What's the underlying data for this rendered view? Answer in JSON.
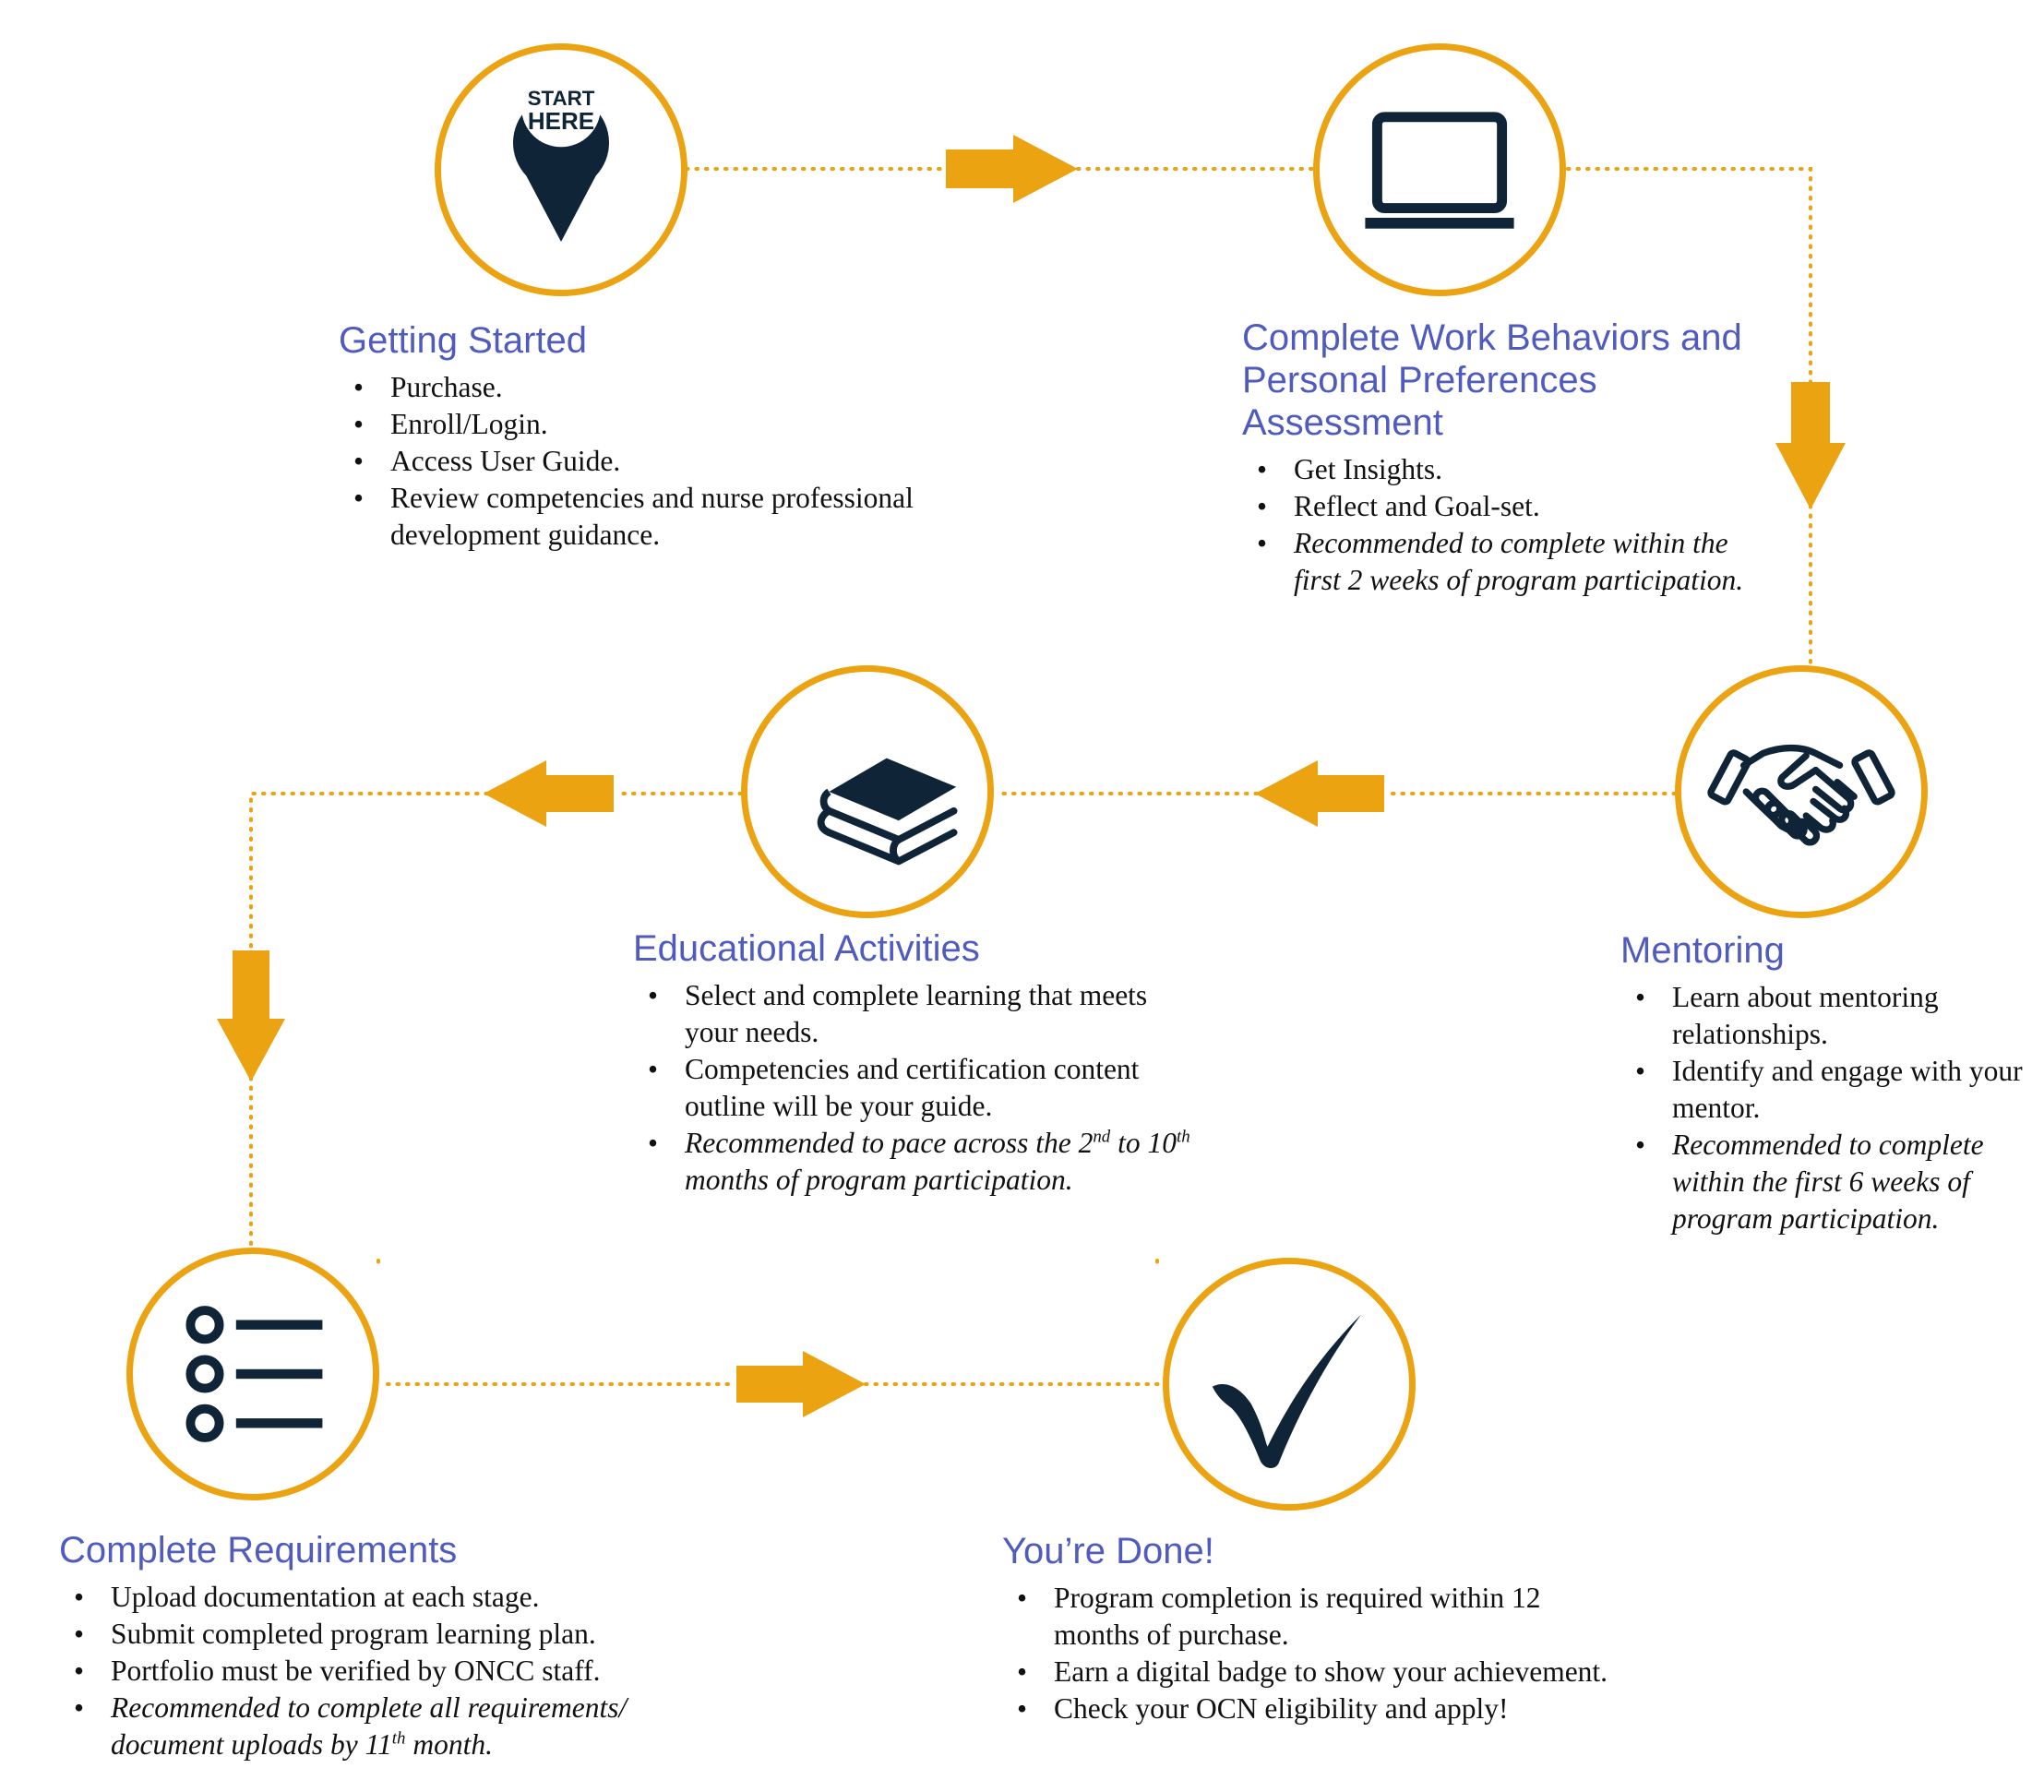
{
  "colors": {
    "accent": "#EBA312",
    "icon": "#0F2436",
    "title": "#4F5BBF",
    "text": "#111111"
  },
  "steps": [
    {
      "id": "getting-started",
      "icon": "start-here-pin-icon",
      "icon_text": [
        "START",
        "HERE"
      ],
      "title": "Getting Started",
      "bullets": [
        {
          "text": "Purchase."
        },
        {
          "text": "Enroll/Login."
        },
        {
          "text": "Access User Guide."
        },
        {
          "text": "Review competencies and nurse professional development guidance."
        }
      ]
    },
    {
      "id": "assessment",
      "icon": "laptop-icon",
      "title": "Complete Work Behaviors and Personal Preferences Assessment",
      "bullets": [
        {
          "text": "Get Insights."
        },
        {
          "text": "Reflect and Goal-set."
        },
        {
          "text": "Recommended to complete within the first 2 weeks of program participation.",
          "italic": true
        }
      ]
    },
    {
      "id": "mentoring",
      "icon": "handshake-icon",
      "title": "Mentoring",
      "bullets": [
        {
          "text": "Learn about mentoring relationships."
        },
        {
          "text": "Identify and engage with your mentor."
        },
        {
          "text": "Recommended to complete within the first 6 weeks of program participation.",
          "italic": true
        }
      ]
    },
    {
      "id": "educational",
      "icon": "books-icon",
      "title": "Educational Activities",
      "bullets": [
        {
          "text": "Select and complete learning that meets your needs."
        },
        {
          "text": "Competencies and certification content outline will be your guide."
        },
        {
          "italic": true,
          "parts": [
            {
              "text": "Recommended to pace across the 2"
            },
            {
              "sup": "nd"
            },
            {
              "text": " to 10"
            },
            {
              "sup": "th"
            },
            {
              "text": " months of program participation."
            }
          ]
        }
      ]
    },
    {
      "id": "requirements",
      "icon": "checklist-icon",
      "title": "Complete Requirements",
      "bullets": [
        {
          "text": "Upload documentation at each stage."
        },
        {
          "text": "Submit completed program learning plan."
        },
        {
          "text": "Portfolio must be verified by ONCC staff."
        },
        {
          "italic": true,
          "parts": [
            {
              "text": "Recommended to complete all requirements/ document uploads by 11"
            },
            {
              "sup": "th"
            },
            {
              "text": " month."
            }
          ]
        }
      ]
    },
    {
      "id": "done",
      "icon": "checkmark-icon",
      "title": "You’re Done!",
      "bullets": [
        {
          "text": "Program completion is required within 12 months of purchase."
        },
        {
          "text": "Earn a digital badge to show your achievement."
        },
        {
          "text": "Check your OCN eligibility and apply!"
        }
      ]
    }
  ],
  "connectors": [
    {
      "from": "getting-started",
      "to": "assessment",
      "direction": "right"
    },
    {
      "from": "assessment",
      "to": "mentoring",
      "direction": "down"
    },
    {
      "from": "mentoring",
      "to": "educational",
      "direction": "left"
    },
    {
      "from": "educational",
      "to": "requirements",
      "direction": "left-then-down"
    },
    {
      "from": "requirements",
      "to": "done",
      "direction": "right"
    }
  ]
}
